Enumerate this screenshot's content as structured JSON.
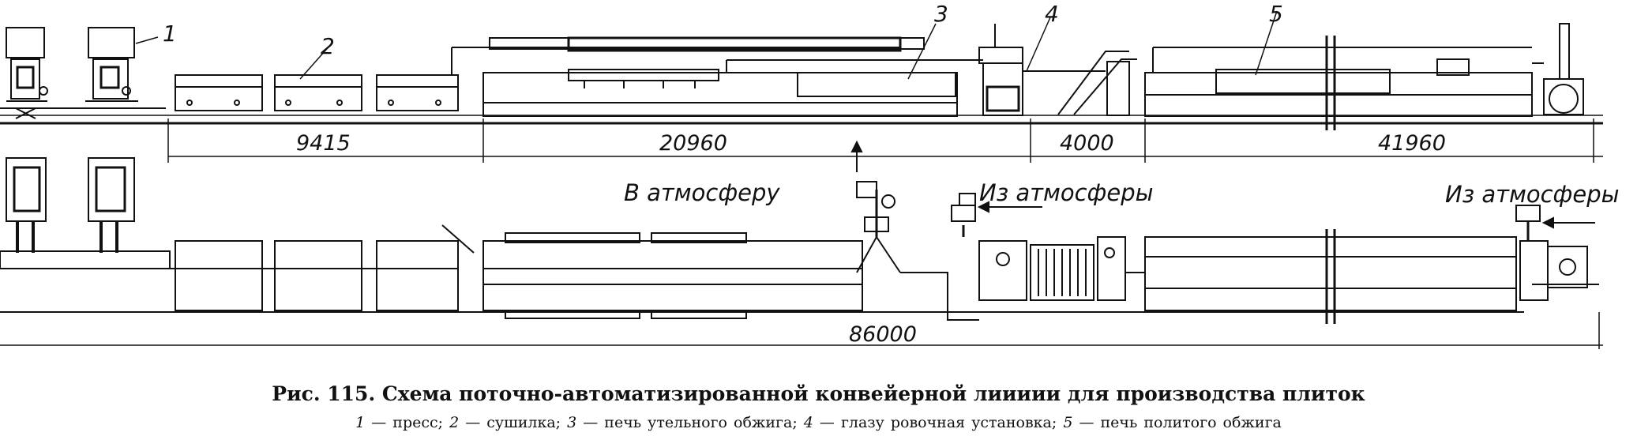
{
  "diagram": {
    "callouts": [
      "1",
      "2",
      "3",
      "4",
      "5"
    ],
    "dimensions": {
      "d1": "9415",
      "d2": "20960",
      "d3": "4000",
      "d4": "41960",
      "total": "86000"
    },
    "labels": {
      "to_atmosphere": "В атмосферу",
      "from_atmosphere_1": "Из атмосферы",
      "from_atmosphere_2": "Из атмосферы"
    }
  },
  "caption": {
    "title": "Рис. 115. Схема поточно-автоматизированной конвейерной лиииии для производства плиток",
    "legend": [
      {
        "num": "1",
        "text": " — пресс; "
      },
      {
        "num": "2",
        "text": " — сушилка; "
      },
      {
        "num": "3",
        "text": " — печь утельного обжига; "
      },
      {
        "num": "4",
        "text": " — глазу ровочная установка; "
      },
      {
        "num": "5",
        "text": " — печь политого обжига"
      }
    ]
  }
}
